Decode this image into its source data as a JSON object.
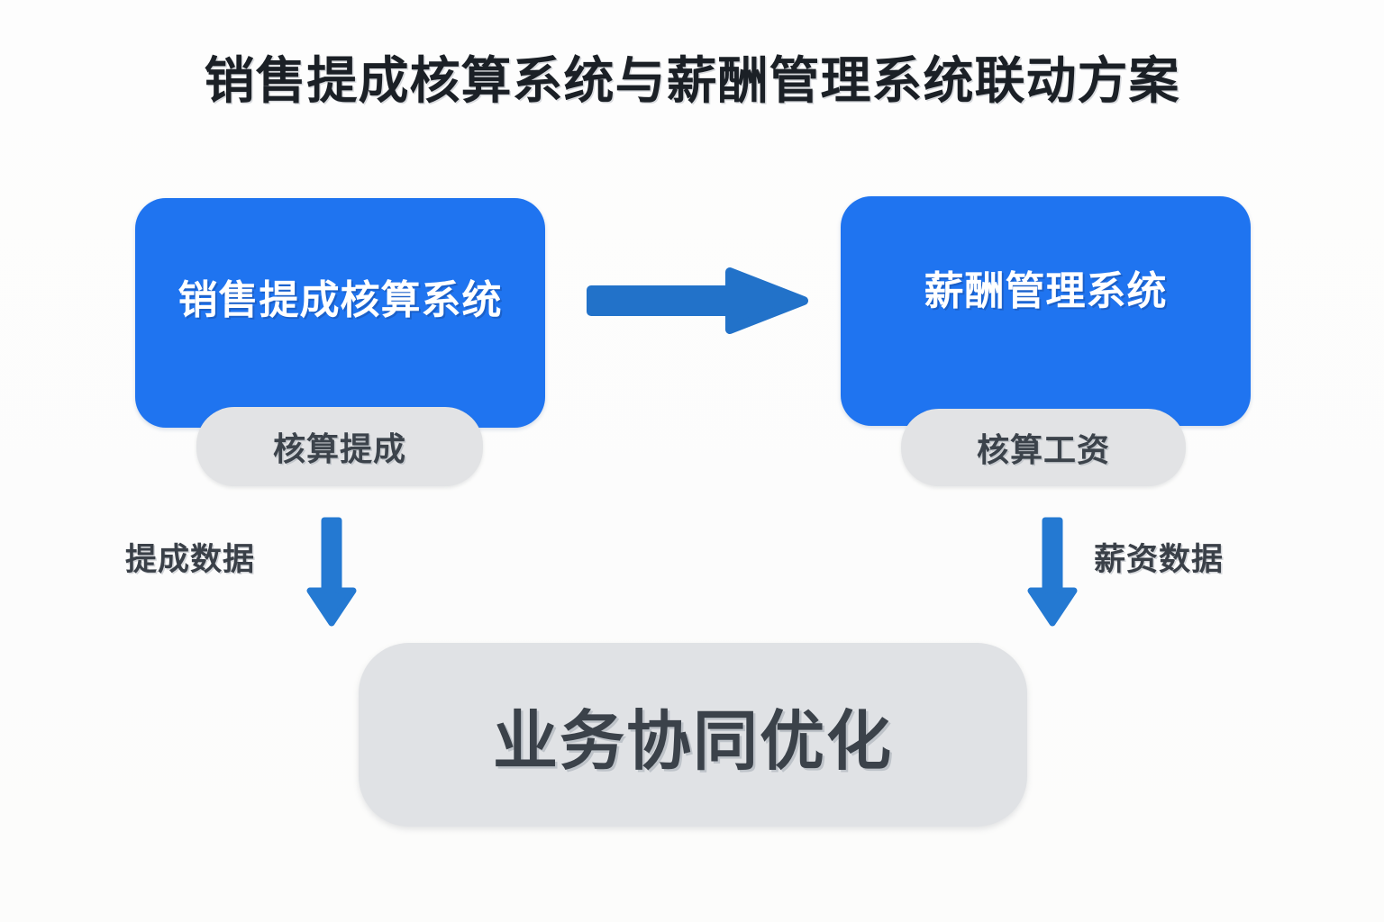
{
  "diagram": {
    "title": "销售提成核算系统与薪酬管理系统联动方案",
    "background_color": "#fdfdfc",
    "accent_color": "#1f74f0",
    "arrow_color": "#2272c9",
    "badge_color": "#e2e3e5",
    "outcome_color": "#e0e2e5",
    "text_dark": "#3b424a",
    "nodes": {
      "left_system": {
        "label": "销售提成核算系统",
        "badge": "核算提成"
      },
      "right_system": {
        "label": "薪酬管理系统",
        "badge": "核算工资"
      },
      "outcome": {
        "label": "业务协同优化"
      }
    },
    "edges": {
      "system_link": {
        "icon": "arrow-right-icon",
        "label": ""
      },
      "left_to_outcome": {
        "icon": "arrow-down-icon",
        "label": "提成数据"
      },
      "right_to_outcome": {
        "icon": "arrow-down-icon",
        "label": "薪资数据"
      }
    }
  }
}
